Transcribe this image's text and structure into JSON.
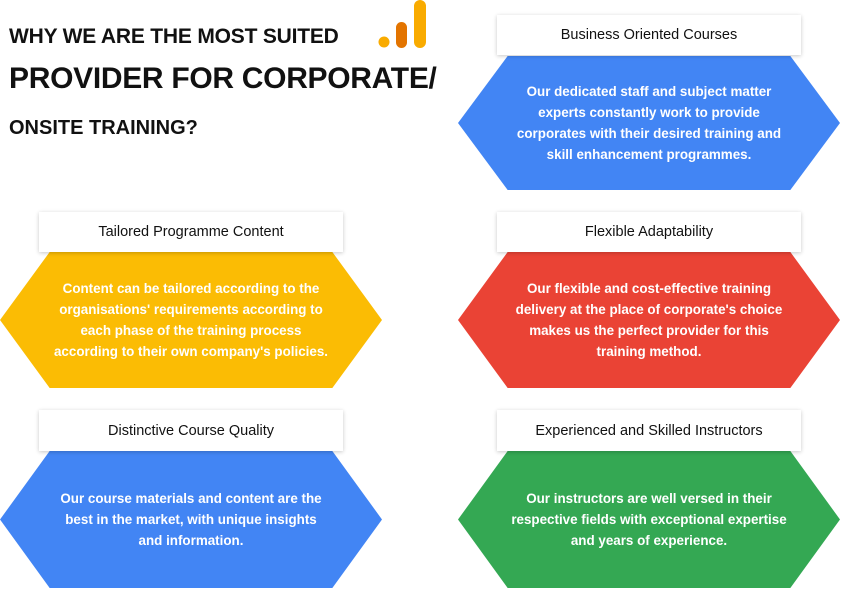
{
  "heading": {
    "line1": "WHY WE ARE THE MOST SUITED",
    "line2": "PROVIDER FOR CORPORATE/",
    "line3": "ONSITE TRAINING?"
  },
  "logo_icon": "bar-chart-logo",
  "cards": [
    {
      "title": "Business Oriented Courses",
      "body": "Our dedicated staff and subject matter experts constantly work to provide corporates with their desired training and skill enhancement programmes.",
      "color": "#4285f4"
    },
    {
      "title": "Tailored Programme Content",
      "body": "Content can be tailored according to the organisations' requirements according to each phase of the training process according to their own company's policies.",
      "color": "#fbbc04"
    },
    {
      "title": "Flexible Adaptability",
      "body": "Our flexible and cost-effective training delivery at the place of corporate's choice makes us the perfect provider for this training method.",
      "color": "#ea4335"
    },
    {
      "title": "Distinctive Course Quality",
      "body": "Our course materials and content are the best in the market, with unique insights and information.",
      "color": "#4285f4"
    },
    {
      "title": "Experienced and Skilled Instructors",
      "body": "Our instructors are well versed in their respective fields with exceptional expertise and years of experience.",
      "color": "#34a853"
    }
  ]
}
